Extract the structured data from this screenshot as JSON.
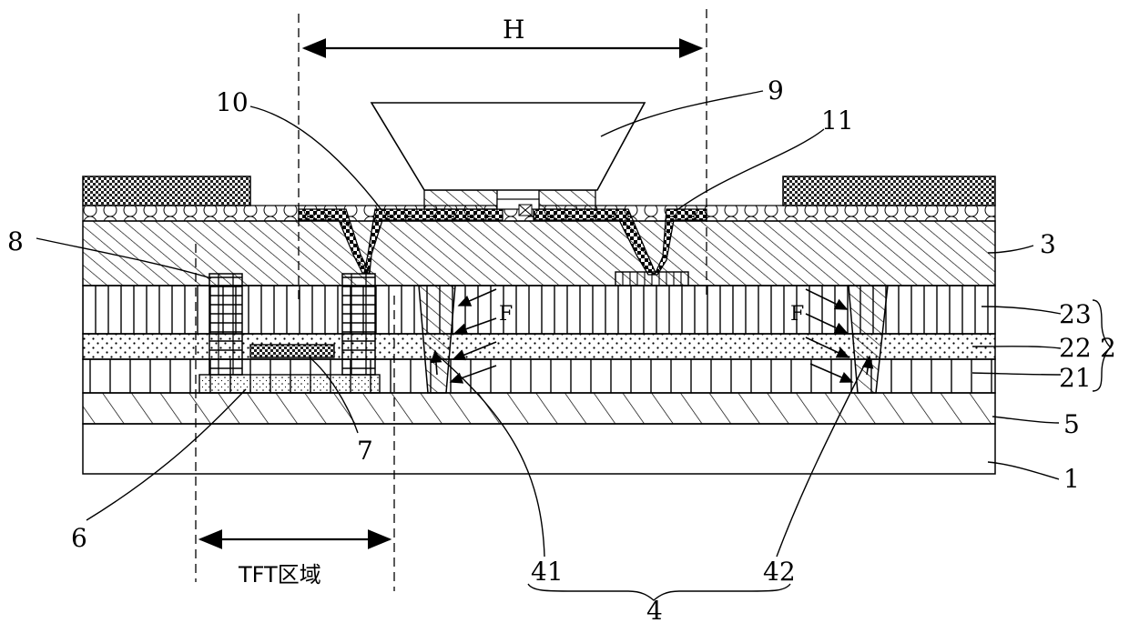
{
  "labels": {
    "H": "H",
    "n10": "10",
    "n9": "9",
    "n11": "11",
    "n8": "8",
    "n3": "3",
    "n23": "23",
    "n22": "22",
    "n2": "2",
    "n21": "21",
    "n5": "5",
    "n1": "1",
    "n6": "6",
    "n7": "7",
    "n41": "41",
    "n42": "42",
    "n4": "4",
    "F_left": "F",
    "F_right": "F",
    "tft_region": "TFT区域"
  },
  "colors": {
    "ink": "#000000",
    "paper": "#ffffff",
    "checker": "#000000"
  }
}
